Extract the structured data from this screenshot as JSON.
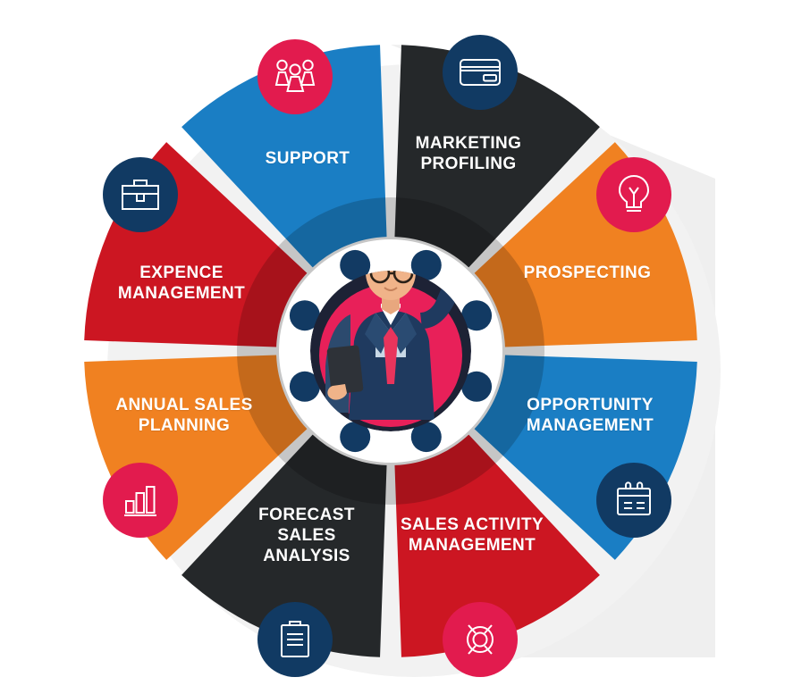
{
  "diagram": {
    "type": "circular-segmented-wheel",
    "title_visible": false,
    "segment_count": 8,
    "center": {
      "label": "",
      "illustration": "businessman-with-tablet-pointing-up",
      "ring_dots": 8,
      "ring_dot_color": "#123a63",
      "inner_circle_background": "#e82059",
      "outer_ring_color": "#ffffff"
    },
    "palette": {
      "blue": "#1a7ec4",
      "red": "#cc1622",
      "orange": "#f08121",
      "charcoal": "#25282a",
      "navy": "#113a63",
      "pink": "#e21b4e",
      "white": "#ffffff",
      "shadow": "#ececec"
    },
    "segments": [
      {
        "id": "support",
        "label": "SUPPORT",
        "color_name": "charcoal",
        "color": "#25282a",
        "start_angle": -90,
        "end_angle": -45,
        "icon": "people-group-icon",
        "icon_badge_color": "#e21b4e",
        "icon_badge_position": "top"
      },
      {
        "id": "marketing-profiling",
        "label": "MARKETING\nPROFILING",
        "color_name": "orange",
        "color": "#f08121",
        "start_angle": -45,
        "end_angle": 0,
        "icon": "credit-card-icon",
        "icon_badge_color": "#113a63",
        "icon_badge_position": "top-right"
      },
      {
        "id": "prospecting",
        "label": "PROSPECTING",
        "color_name": "blue",
        "color": "#1a7ec4",
        "start_angle": 0,
        "end_angle": 45,
        "icon": "lightbulb-icon",
        "icon_badge_color": "#e21b4e",
        "icon_badge_position": "right-upper"
      },
      {
        "id": "opportunity-management",
        "label": "OPPORTUNITY\nMANAGEMENT",
        "color_name": "red",
        "color": "#cc1622",
        "start_angle": 45,
        "end_angle": 90,
        "icon": "calendar-icon",
        "icon_badge_color": "#113a63",
        "icon_badge_position": "right-lower"
      },
      {
        "id": "sales-activity-management",
        "label": "SALES ACTIVITY\nMANAGEMENT",
        "color_name": "charcoal",
        "color": "#25282a",
        "start_angle": 90,
        "end_angle": 135,
        "icon": "target-compass-icon",
        "icon_badge_color": "#e21b4e",
        "icon_badge_position": "bottom-right"
      },
      {
        "id": "forecast-sales-analysis",
        "label": "FORECAST\nSALES\nANALYSIS",
        "color_name": "orange",
        "color": "#f08121",
        "start_angle": 135,
        "end_angle": 180,
        "icon": "clipboard-icon",
        "icon_badge_color": "#113a63",
        "icon_badge_position": "bottom-left"
      },
      {
        "id": "annual-sales-planning",
        "label": "ANNUAL SALES\nPLANNING",
        "color_name": "red",
        "color": "#cc1622",
        "start_angle": 180,
        "end_angle": 225,
        "icon": "bar-chart-icon",
        "icon_badge_color": "#e21b4e",
        "icon_badge_position": "left-lower"
      },
      {
        "id": "expence-management",
        "label": "EXPENCE\nMANAGEMENT",
        "color_name": "blue",
        "color": "#1a7ec4",
        "start_angle": 225,
        "end_angle": 270,
        "icon": "briefcase-icon",
        "icon_badge_color": "#113a63",
        "icon_badge_position": "left-upper"
      }
    ]
  }
}
